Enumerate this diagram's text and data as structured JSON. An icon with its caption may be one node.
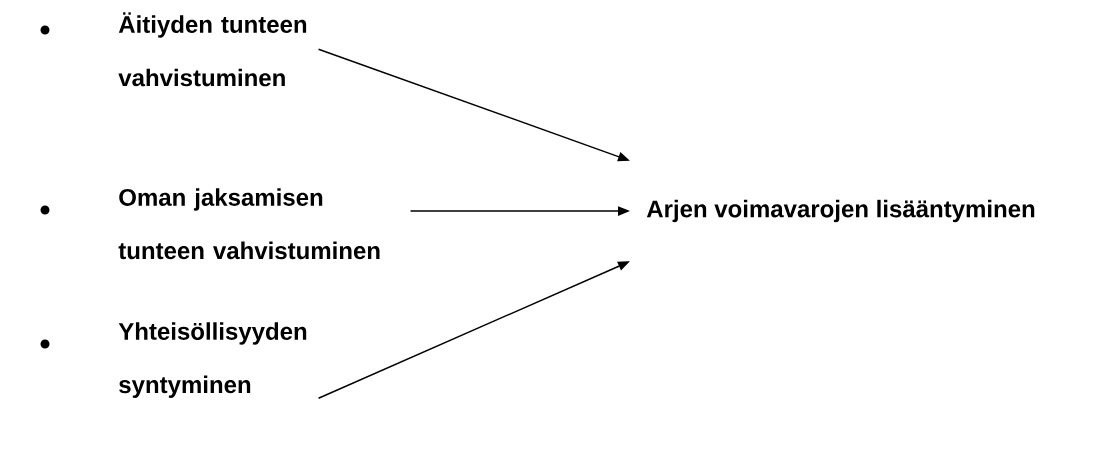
{
  "diagram": {
    "nodes": [
      {
        "text": [
          "Äitiyden tunteen vahvistuminen"
        ]
      },
      {
        "text": [
          "Oman jaksamisen tunteen vahvistuminen"
        ]
      },
      {
        "text": [
          "Yhteisöllisyyden syntyminen"
        ]
      },
      {
        "text": [
          "Arjen voimavarojen lisääntyminen"
        ]
      }
    ],
    "edges": [
      {
        "from": 0,
        "to": 3,
        "arrow": "to"
      },
      {
        "from": 1,
        "to": 3,
        "arrow": "to"
      },
      {
        "from": 2,
        "to": 3,
        "arrow": "to"
      }
    ]
  }
}
